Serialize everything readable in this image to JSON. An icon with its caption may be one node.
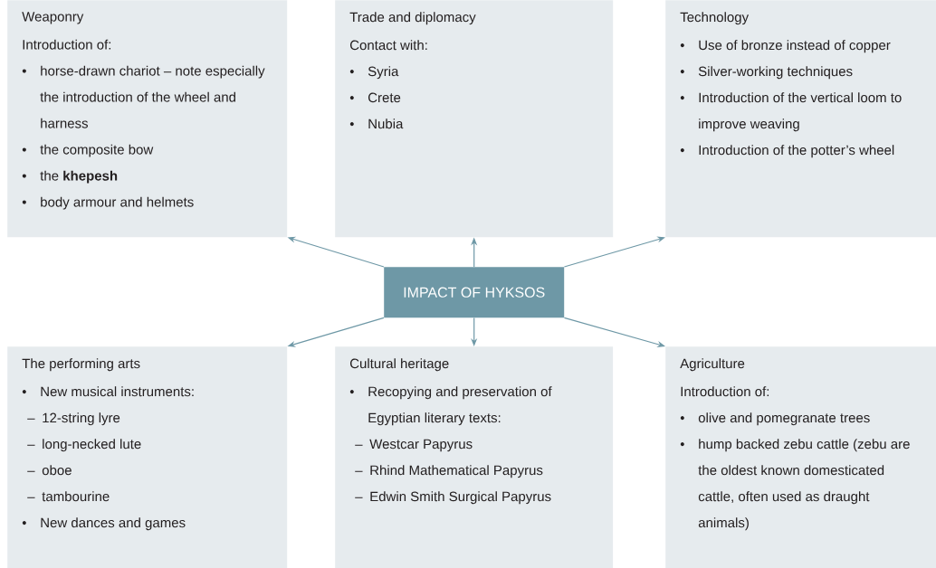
{
  "diagram": {
    "nodes": [
      {
        "text": [
          "IMPACT OF HYKSOS"
        ]
      },
      {
        "text": [
          "Weaponry",
          "Introduction of:",
          "horse-drawn chariot – note especially the introduction of the wheel and harness",
          "the composite bow",
          "the **khepesh**",
          "body armour and helmets"
        ]
      },
      {
        "text": [
          "Trade and diplomacy",
          "Contact with:",
          "Syria",
          "Crete",
          "Nubia"
        ]
      },
      {
        "text": [
          "Technology",
          "Use of bronze instead of copper",
          "Silver-working techniques",
          "Introduction of the vertical loom to improve weaving",
          "Introduction of the potter’s wheel"
        ]
      },
      {
        "text": [
          "The performing arts",
          "New musical instruments:",
          "12-string lyre",
          "long-necked lute",
          "oboe",
          "tambourine",
          "New dances and games"
        ]
      },
      {
        "text": [
          "Cultural heritage",
          "Recopying and preservation of Egyptian literary texts:",
          "Westcar Papyrus",
          "Rhind Mathematical Papyrus",
          "Edwin Smith Surgical Papyrus"
        ]
      },
      {
        "text": [
          "Agriculture",
          "Introduction of:",
          "olive and pomegranate trees",
          "hump backed zebu cattle (zebu are the oldest known domesticated cattle, often used as draught animals)"
        ]
      }
    ],
    "edges": [
      {
        "from": 0,
        "to": 1,
        "arrow": "to"
      },
      {
        "from": 0,
        "to": 2,
        "arrow": "to"
      },
      {
        "from": 0,
        "to": 3,
        "arrow": "to"
      },
      {
        "from": 0,
        "to": 4,
        "arrow": "to"
      },
      {
        "from": 0,
        "to": 5,
        "arrow": "to"
      },
      {
        "from": 0,
        "to": 6,
        "arrow": "to"
      }
    ],
    "labels": [
      "•",
      "•",
      "•",
      "•",
      "•",
      "•",
      "•",
      "•",
      "•",
      "•",
      "•",
      "•",
      "–",
      "–",
      "–",
      "–",
      "•",
      "•",
      "–",
      "–",
      "–",
      "•",
      "•"
    ]
  }
}
